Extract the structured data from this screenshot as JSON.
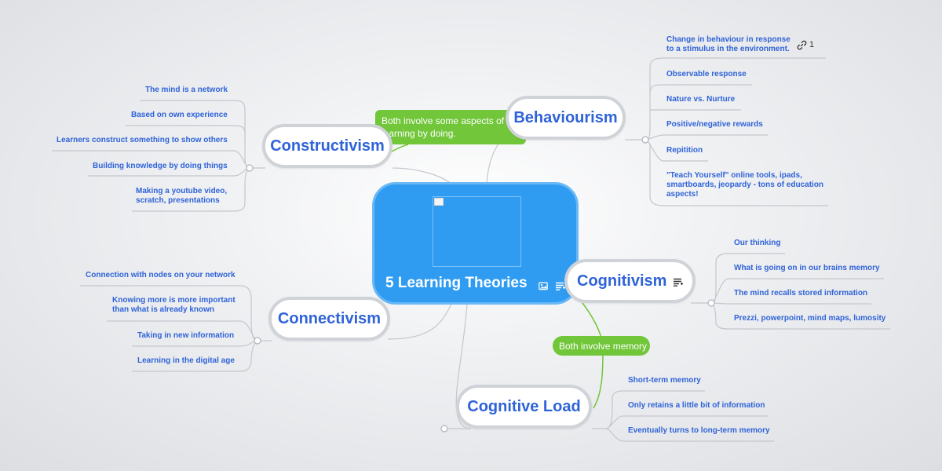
{
  "central_topic": {
    "title": "5 Learning Theories",
    "icons": [
      "image-icon",
      "notes-icon"
    ]
  },
  "branches": {
    "behaviourism": {
      "title": "Behaviourism",
      "leaves": [
        "Change in behaviour in response\nto a stimulus in the environment.",
        "Observable response",
        "Nature vs. Nurture",
        "Positive/negative rewards",
        "Repitition",
        "\"Teach Yourself\" online tools, ipads,\nsmartboards, jeopardy - tons of education\naspects!"
      ],
      "link_badge": {
        "icon": "link-icon",
        "count": "1"
      }
    },
    "constructivism": {
      "title": "Constructivism",
      "leaves": [
        "The mind is a network",
        "Based on own experience",
        "Learners construct something to show others",
        "Building knowledge by doing things",
        "Making a youtube video,\nscratch, presentations"
      ]
    },
    "cognitivism": {
      "title": "Cognitivism",
      "icon": "notes-icon",
      "leaves": [
        "Our thinking",
        "What is going on in our brains memory",
        "The mind recalls stored information",
        "Prezzi, powerpoint, mind maps, lumosity"
      ]
    },
    "connectivism": {
      "title": "Connectivism",
      "leaves": [
        "Connection with nodes on your network",
        "Knowing more is more important\nthan what is already known",
        "Taking in new information",
        "Learning in the digital age"
      ]
    },
    "cognitive_load": {
      "title": "Cognitive Load",
      "leaves": [
        "Short-term memory",
        "Only retains a little bit of information",
        "Eventually turns to long-term memory"
      ]
    }
  },
  "relations": [
    {
      "label": "Both involve some aspects of\nlearning by doing.",
      "color": "#71c639"
    },
    {
      "label": "Both involve memory",
      "color": "#71c639"
    }
  ],
  "colors": {
    "central_fill": "#2f9cf2",
    "topic_text": "#2f63d8",
    "line": "#c3c7cc",
    "relation": "#71c639"
  }
}
